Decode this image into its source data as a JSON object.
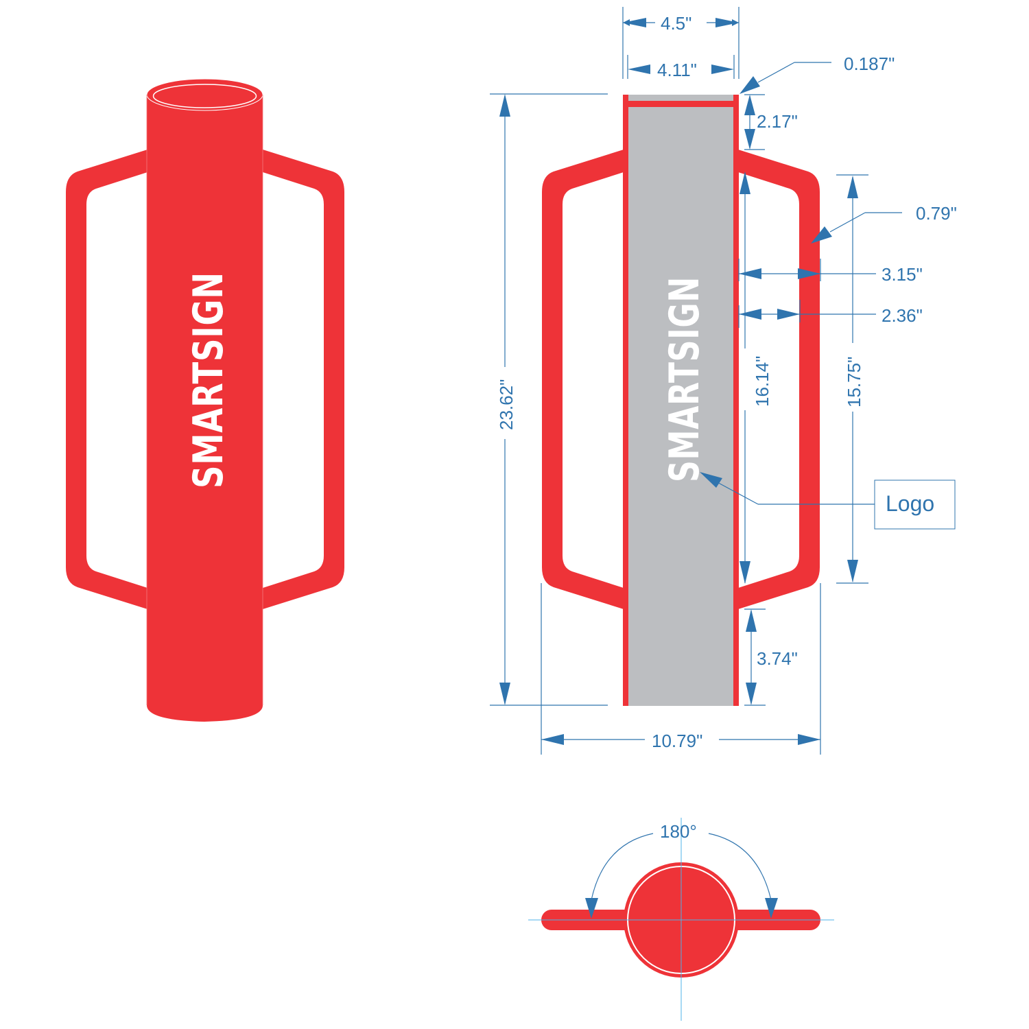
{
  "colors": {
    "product_red": "#ee3338",
    "dimension_blue": "#2f74ae",
    "centerline_blue": "#4fb3e8",
    "tube_gray": "#bcbec1",
    "background": "#ffffff"
  },
  "views": {
    "perspective": {
      "logo_text": "SMARTSIGN"
    },
    "front": {
      "logo_text": "SMARTSIGN"
    },
    "top": {}
  },
  "dimensions": {
    "outer_diameter": "4.5\"",
    "inner_diameter": "4.11\"",
    "wall_thickness": "0.187\"",
    "top_cap_height": "2.17\"",
    "handle_thickness": "0.79\"",
    "handle_outer_offset": "3.15\"",
    "handle_inner_offset": "2.36\"",
    "handle_inner_length": "16.14\"",
    "handle_grip_length": "15.75\"",
    "overall_height": "23.62\"",
    "bottom_length": "3.74\"",
    "overall_width": "10.79\"",
    "handle_angle": "180°"
  },
  "callouts": {
    "logo_label": "Logo"
  }
}
